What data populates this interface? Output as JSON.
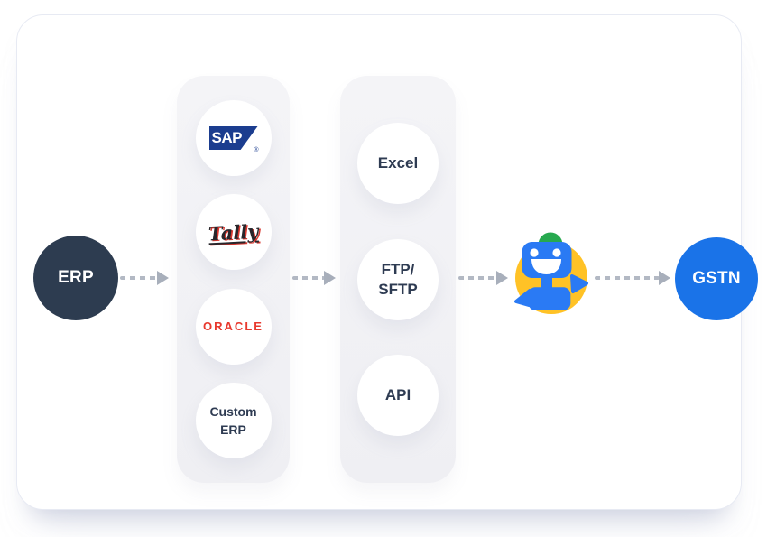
{
  "colors": {
    "page_bg": "#ffffff",
    "card_bg": "#ffffff",
    "card_border": "#e7eaf3",
    "panel_bg_top": "#f4f4f7",
    "panel_bg_bottom": "#efeff3",
    "bubble_bg": "#ffffff",
    "label_text": "#2e3b52",
    "erp_bg": "#2d3c50",
    "erp_text": "#ffffff",
    "gstn_bg": "#1a73e8",
    "gstn_text": "#ffffff",
    "arrow_dash": "#b3b9c4",
    "arrow_head": "#a8afbb",
    "sap_blue": "#1b3d8f",
    "sap_text": "#ffffff",
    "oracle_red": "#e8392e",
    "tally_ink": "#28262b",
    "tally_red": "#d9372f",
    "bot_blue": "#2a7af4",
    "bot_yellow": "#ffc226",
    "bot_green": "#27a94f",
    "bot_face": "#ffffff"
  },
  "flow": {
    "source": {
      "label": "ERP"
    },
    "erp_systems_panel": {
      "sap": {
        "label": "SAP",
        "reg_mark": "®"
      },
      "tally": {
        "label": "Tally"
      },
      "oracle": {
        "label": "ORACLE"
      },
      "custom_erp": {
        "line1": "Custom",
        "line2": "ERP"
      }
    },
    "channels_panel": {
      "excel": {
        "label": "Excel"
      },
      "ftp_sftp": {
        "line1": "FTP/",
        "line2": "SFTP"
      },
      "api": {
        "label": "API"
      }
    },
    "bot": {
      "icon": "robot-mascot"
    },
    "target": {
      "label": "GSTN"
    }
  }
}
